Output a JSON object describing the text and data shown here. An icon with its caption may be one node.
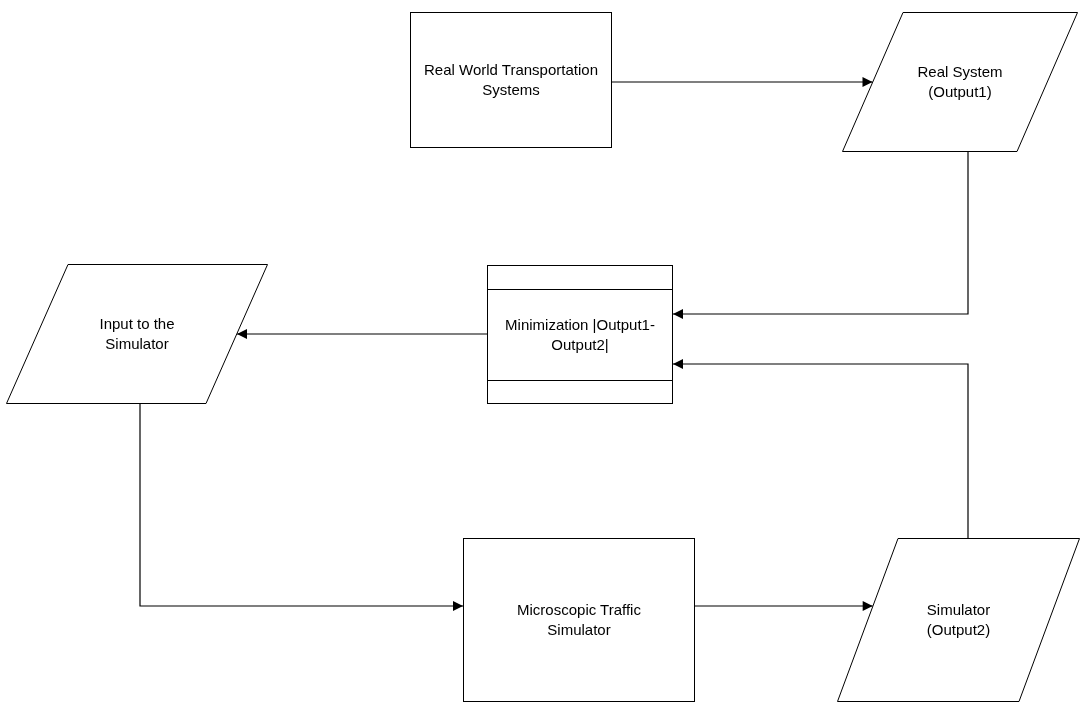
{
  "diagram": {
    "nodes": [
      {
        "text": [
          "Real World Transportation Systems"
        ]
      },
      {
        "text": [
          "Real System (Output1)"
        ]
      },
      {
        "text": [
          "Minimization |Output1-Output2|"
        ]
      },
      {
        "text": [
          "Input to the Simulator"
        ]
      },
      {
        "text": [
          "Microscopic Traffic Simulator"
        ]
      },
      {
        "text": [
          "Simulator (Output2)"
        ]
      }
    ],
    "edges": [
      {
        "from": 0,
        "to": 1,
        "arrow": "to"
      },
      {
        "from": 1,
        "to": 2,
        "arrow": "to"
      },
      {
        "from": 5,
        "to": 2,
        "arrow": "to"
      },
      {
        "from": 2,
        "to": 3,
        "arrow": "to"
      },
      {
        "from": 3,
        "to": 4,
        "arrow": "to"
      },
      {
        "from": 4,
        "to": 5,
        "arrow": "to"
      }
    ]
  }
}
